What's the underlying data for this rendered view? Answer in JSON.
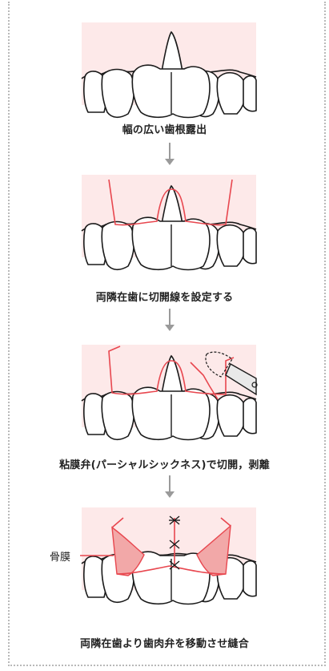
{
  "steps": [
    {
      "caption": "幅の広い歯根露出"
    },
    {
      "caption": "両隣在歯に切開線を設定する"
    },
    {
      "caption": "粘膜弁(パーシャルシックネス)で切開，剥離"
    },
    {
      "caption": "両隣在歯より歯肉弁を移動させ縫合"
    }
  ],
  "annotations": {
    "periosteum": "骨膜"
  },
  "colors": {
    "gum_bg": "#fde9e9",
    "incision": "#e8474f",
    "arrow": "#9a9a9a",
    "outline": "#1a1a1a"
  }
}
